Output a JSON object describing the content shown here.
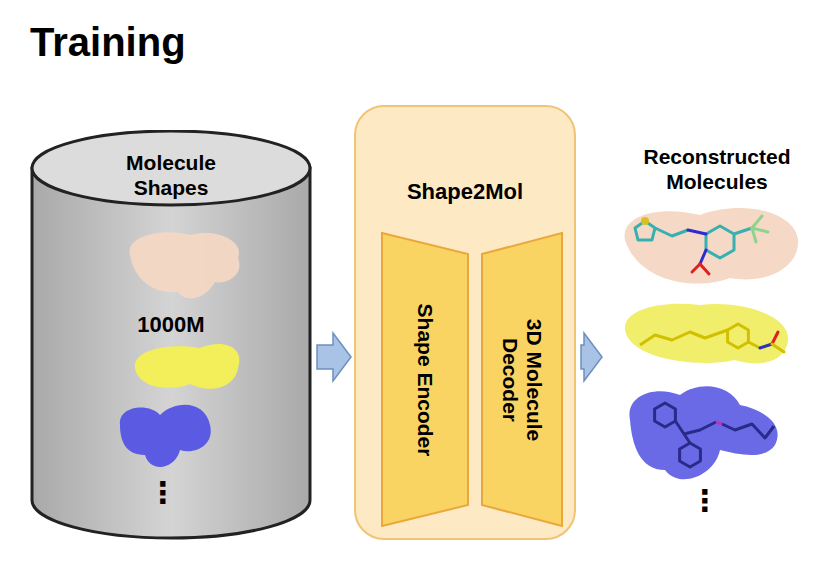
{
  "diagram": {
    "title": "Training",
    "nodes": [
      {
        "text": [
          "Molecule Shapes",
          "1000M"
        ]
      },
      {
        "text": [
          "Shape2Mol"
        ]
      },
      {
        "text": [
          "Shape Encoder"
        ],
        "in": 1
      },
      {
        "text": [
          "3D Molecule Decoder"
        ],
        "in": 1
      },
      {
        "text": [
          "Reconstructed Molecules"
        ]
      }
    ],
    "edges": [
      {
        "from": 0,
        "to": 1,
        "arrow": "to"
      },
      {
        "from": 1,
        "to": 4,
        "arrow": "to"
      }
    ],
    "labels": [
      "⋮",
      "⋮"
    ]
  }
}
